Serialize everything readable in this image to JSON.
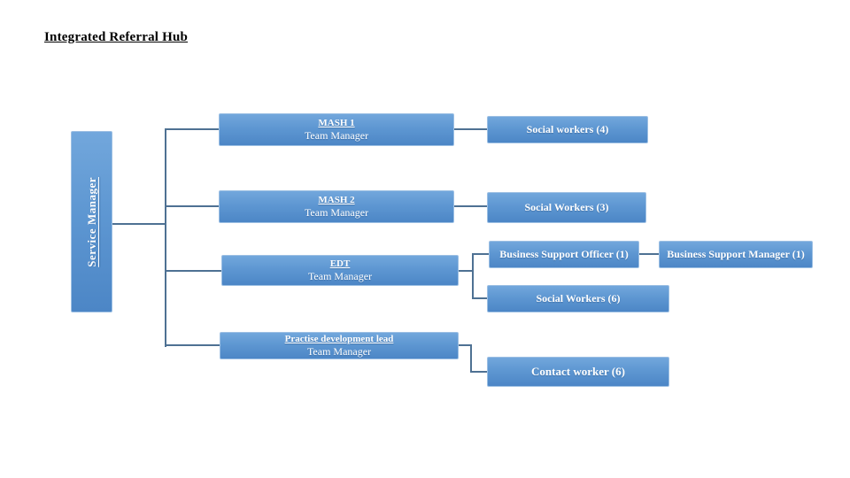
{
  "slide": {
    "title": "Integrated Referral Hub"
  },
  "colors": {
    "box_fill_top": "#72a7dc",
    "box_fill_bottom": "#4c86c6",
    "box_border": "#9cbfe3",
    "box_text": "#ffffff",
    "connector": "#4e7193",
    "title_text": "#000000",
    "background": "#ffffff"
  },
  "org": {
    "root": {
      "label": "Service Manager"
    },
    "managers": [
      {
        "title": "MASH 1",
        "subtitle": "Team Manager"
      },
      {
        "title": "MASH 2",
        "subtitle": "Team Manager"
      },
      {
        "title": "EDT",
        "subtitle": "Team Manager"
      },
      {
        "title": "Practise development lead",
        "subtitle": "Team Manager"
      }
    ],
    "staff": [
      {
        "label": "Social workers (4)"
      },
      {
        "label": "Social Workers (3)"
      },
      {
        "label": "Business Support Officer (1)"
      },
      {
        "label": "Business Support Manager (1)"
      },
      {
        "label": "Social Workers (6)"
      },
      {
        "label": "Contact worker (6)"
      }
    ]
  }
}
